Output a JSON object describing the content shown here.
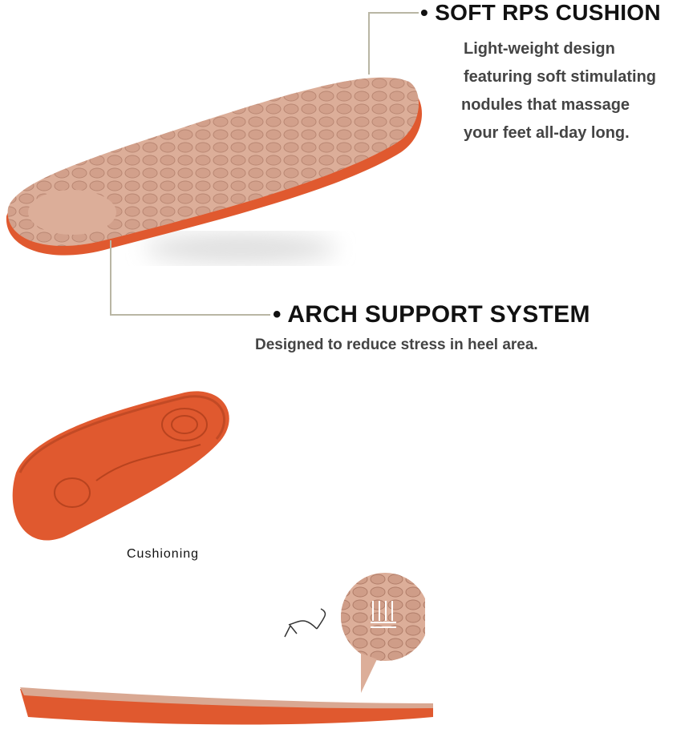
{
  "features": [
    {
      "title": "SOFT RPS CUSHION",
      "description_lines": [
        "Light-weight design",
        "featuring soft stimulating",
        "nodules that massage",
        "your feet all-day long."
      ]
    },
    {
      "title": "ARCH SUPPORT SYSTEM",
      "description_lines": [
        "Designed to reduce stress in heel area."
      ]
    }
  ],
  "caption": "Cushioning",
  "colors": {
    "sole": "#e0592f",
    "top": "#d9a892",
    "leader": "#b9b6a4"
  }
}
